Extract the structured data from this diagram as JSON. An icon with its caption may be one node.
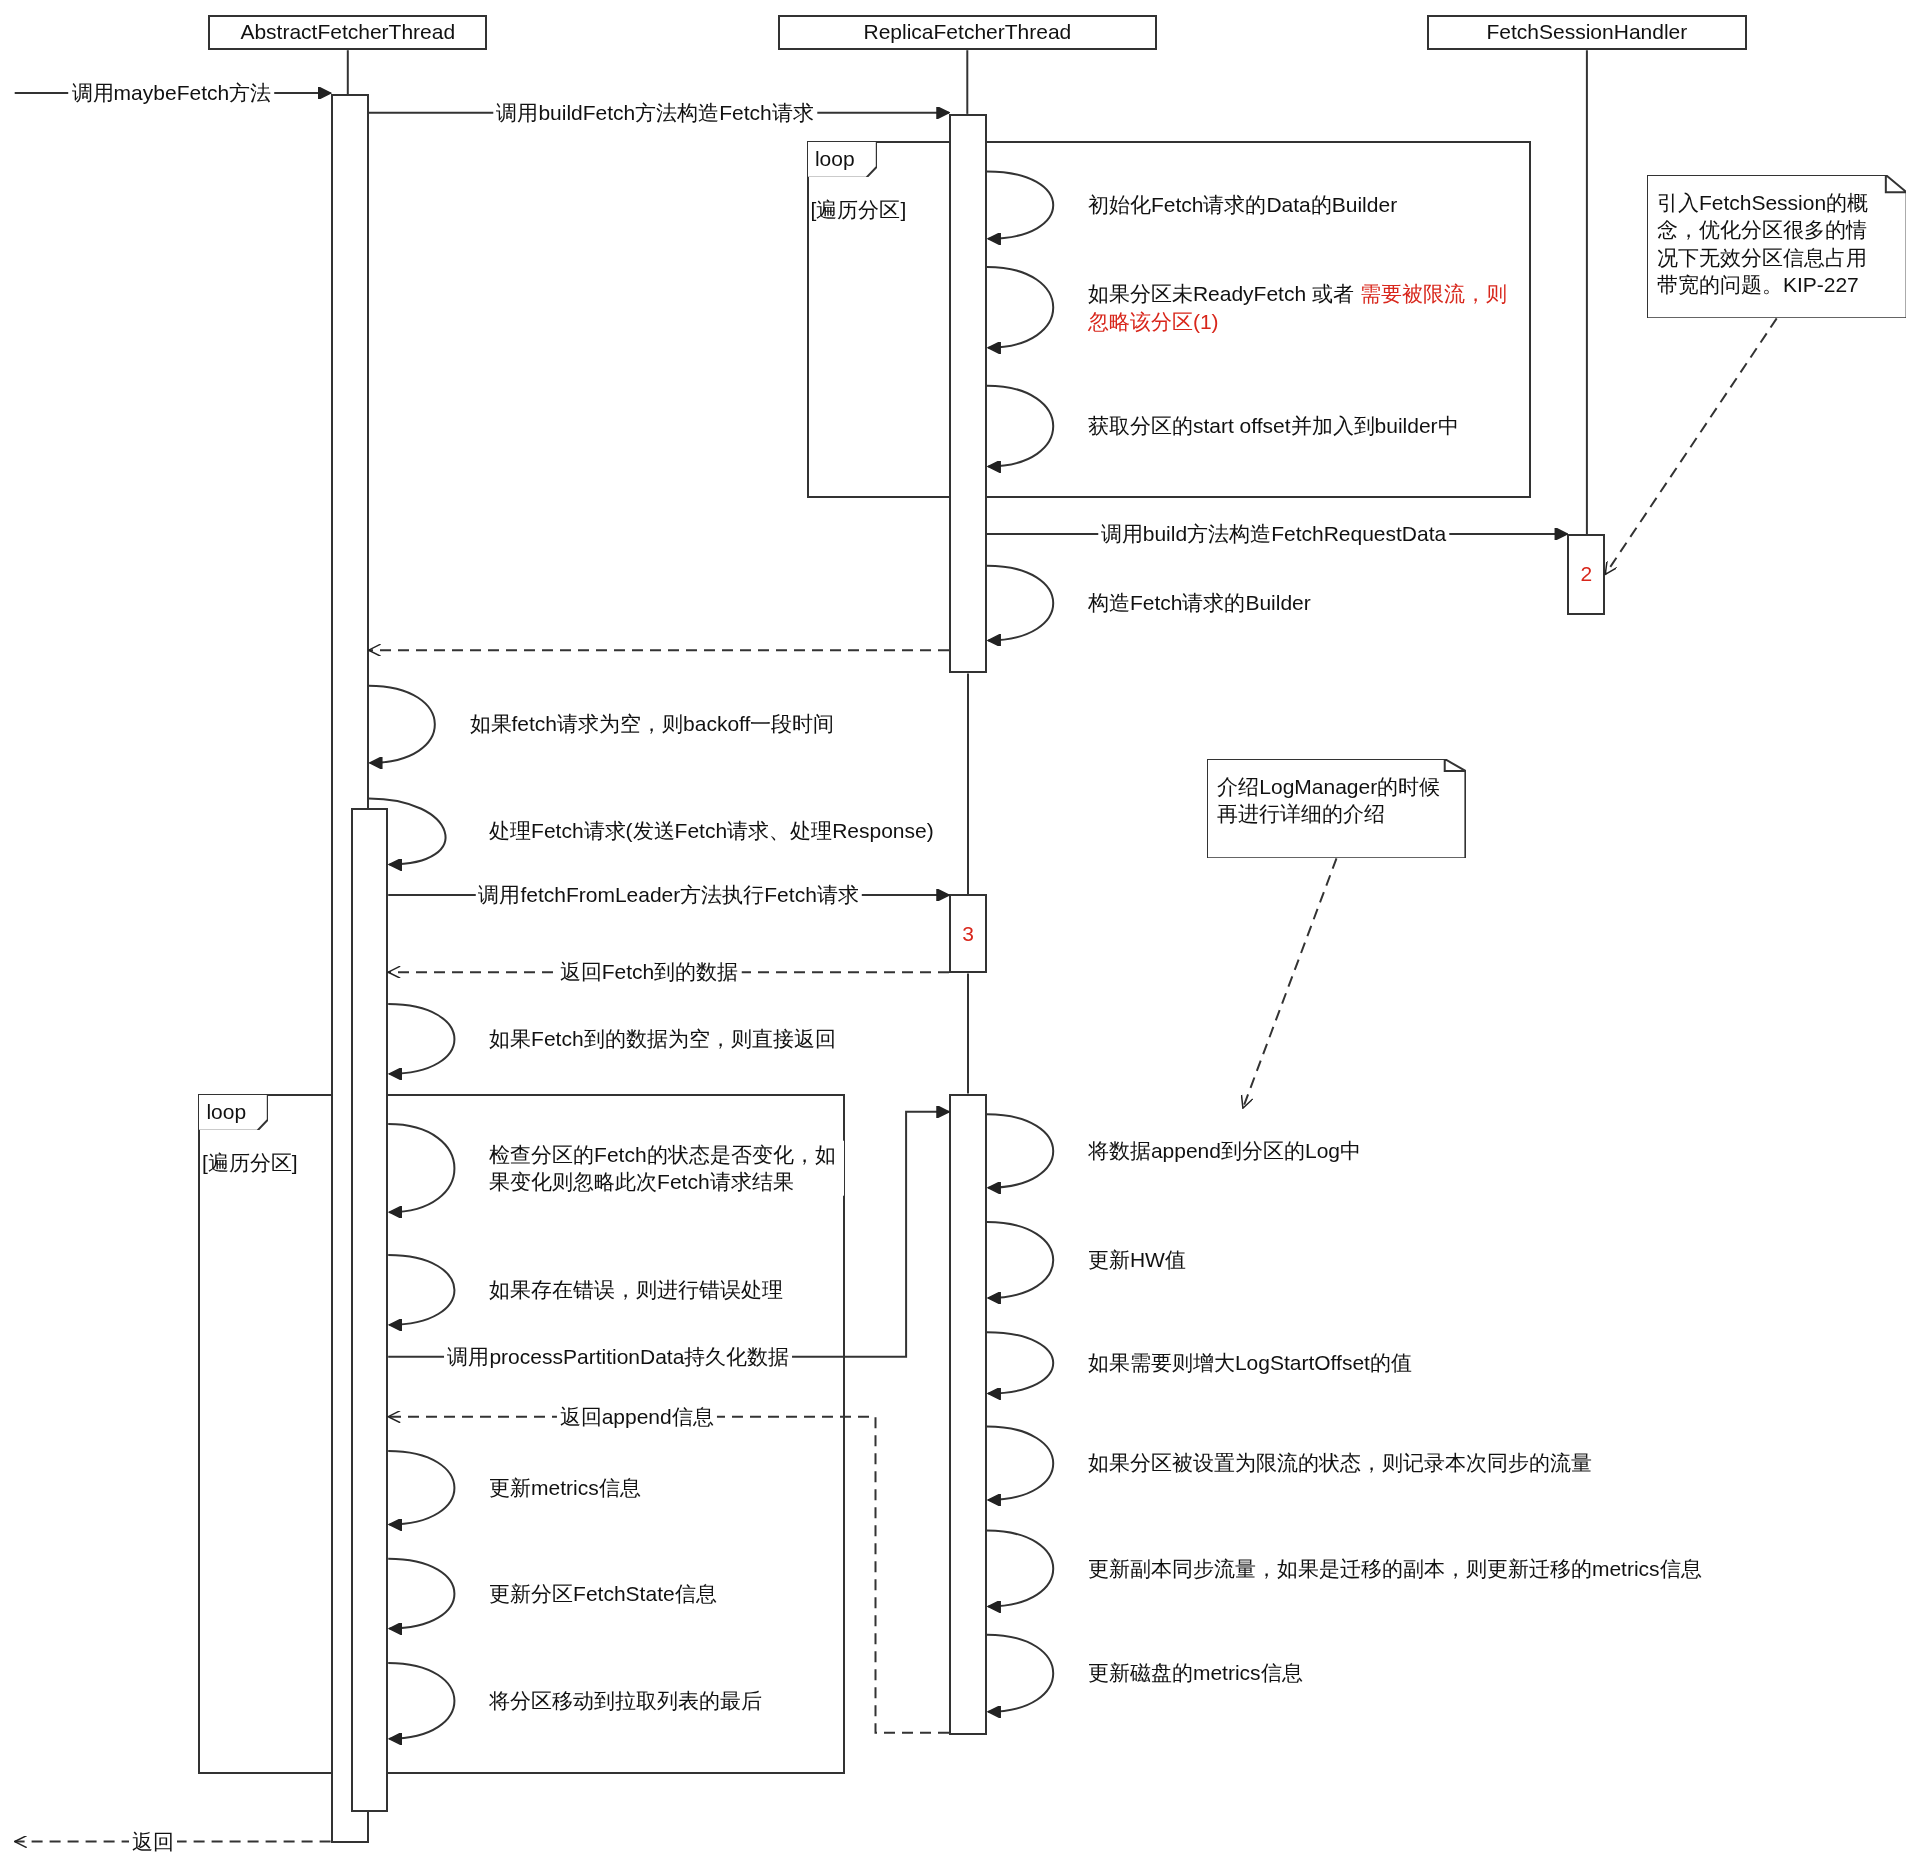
{
  "diagram": {
    "nodes": [
      {
        "text": [
          "AbstractFetcherThread"
        ]
      },
      {
        "text": [
          "ReplicaFetcherThread"
        ]
      },
      {
        "text": [
          "FetchSessionHandler"
        ]
      },
      {
        "text": [],
        "shape": "bar"
      },
      {
        "text": [],
        "shape": "bar"
      },
      {
        "text": [],
        "shape": "bar"
      },
      {
        "text": [
          "loop"
        ]
      },
      {
        "text": [
          "2"
        ]
      },
      {
        "text": [
          "3"
        ]
      },
      {
        "text": [
          "loop"
        ]
      },
      {
        "text": [],
        "shape": "bar"
      },
      {
        "text": [
          "引入FetchSession的概念，优化分区很多的情况下无效分区信息占用带宽的问题。KIP-227"
        ]
      },
      {
        "text": [
          "介绍LogManager的时候再进行详细的介绍"
        ]
      }
    ],
    "edges": [
      {
        "from": null,
        "to": 3,
        "arrow": "to",
        "label": "调用maybeFetch方法"
      },
      {
        "from": 3,
        "to": 5,
        "arrow": "to",
        "label": "调用buildFetch方法构造Fetch请求"
      },
      {
        "from": 5,
        "to": 5,
        "arrow": "to",
        "label": "初始化Fetch请求的Data的Builder"
      },
      {
        "from": 5,
        "to": 5,
        "arrow": "to",
        "label": "如果分区未ReadyFetch 或者 需要被限流，则忽略该分区(1)"
      },
      {
        "from": 5,
        "to": 5,
        "arrow": "to",
        "label": "获取分区的start offset并加入到builder中"
      },
      {
        "from": 5,
        "to": 7,
        "arrow": "to",
        "label": "调用build方法构造FetchRequestData"
      },
      {
        "from": 5,
        "to": 5,
        "arrow": "to",
        "label": "构造Fetch请求的Builder"
      },
      {
        "from": 5,
        "to": 3,
        "arrow": "to",
        "style": "dashed"
      },
      {
        "from": 3,
        "to": 3,
        "arrow": "to",
        "label": "如果fetch请求为空，则backoff一段时间"
      },
      {
        "from": 3,
        "to": 4,
        "arrow": "to",
        "label": "处理Fetch请求(发送Fetch请求、处理Response)"
      },
      {
        "from": 4,
        "to": 8,
        "arrow": "to",
        "label": "调用fetchFromLeader方法执行Fetch请求"
      },
      {
        "from": 8,
        "to": 4,
        "arrow": "to",
        "style": "dashed",
        "label": "返回Fetch到的数据"
      },
      {
        "from": 4,
        "to": 4,
        "arrow": "to",
        "label": "如果Fetch到的数据为空，则直接返回"
      },
      {
        "from": 4,
        "to": 4,
        "arrow": "to",
        "label": "检查分区的Fetch的状态是否变化，如果变化则忽略此次Fetch请求结果"
      },
      {
        "from": 4,
        "to": 4,
        "arrow": "to",
        "label": "如果存在错误，则进行错误处理"
      },
      {
        "from": 4,
        "to": 10,
        "arrow": "to",
        "label": "调用processPartitionData持久化数据"
      },
      {
        "from": 10,
        "to": 10,
        "arrow": "to",
        "label": "将数据append到分区的Log中"
      },
      {
        "from": 10,
        "to": 10,
        "arrow": "to",
        "label": "更新HW值"
      },
      {
        "from": 10,
        "to": 10,
        "arrow": "to",
        "label": "如果需要则增大LogStartOffset的值"
      },
      {
        "from": 10,
        "to": 10,
        "arrow": "to",
        "label": "如果分区被设置为限流的状态，则记录本次同步的流量"
      },
      {
        "from": 10,
        "to": 10,
        "arrow": "to",
        "label": "更新副本同步流量，如果是迁移的副本，则更新迁移的metrics信息"
      },
      {
        "from": 10,
        "to": 10,
        "arrow": "to",
        "label": "更新磁盘的metrics信息"
      },
      {
        "from": 10,
        "to": 4,
        "arrow": "to",
        "style": "dashed",
        "label": "返回append信息"
      },
      {
        "from": 4,
        "to": 4,
        "arrow": "to",
        "label": "更新metrics信息"
      },
      {
        "from": 4,
        "to": 4,
        "arrow": "to",
        "label": "更新分区FetchState信息"
      },
      {
        "from": 4,
        "to": 4,
        "arrow": "to",
        "label": "将分区移动到拉取列表的最后"
      },
      {
        "from": 3,
        "to": null,
        "arrow": "to",
        "style": "dashed",
        "label": "返回"
      },
      {
        "from": 11,
        "to": 7,
        "arrow": "to",
        "style": "dashed"
      },
      {
        "from": 12,
        "to": null,
        "arrow": "to",
        "style": "dashed"
      },
      {
        "from": 0,
        "to": 3,
        "arrow": "none"
      },
      {
        "from": 1,
        "to": 5,
        "arrow": "none"
      },
      {
        "from": 5,
        "to": 8,
        "arrow": "none"
      },
      {
        "from": 8,
        "to": 10,
        "arrow": "none"
      },
      {
        "from": 2,
        "to": 7,
        "arrow": "none"
      }
    ],
    "labels": [
      "[遍历分区]",
      "[遍历分区]"
    ]
  }
}
